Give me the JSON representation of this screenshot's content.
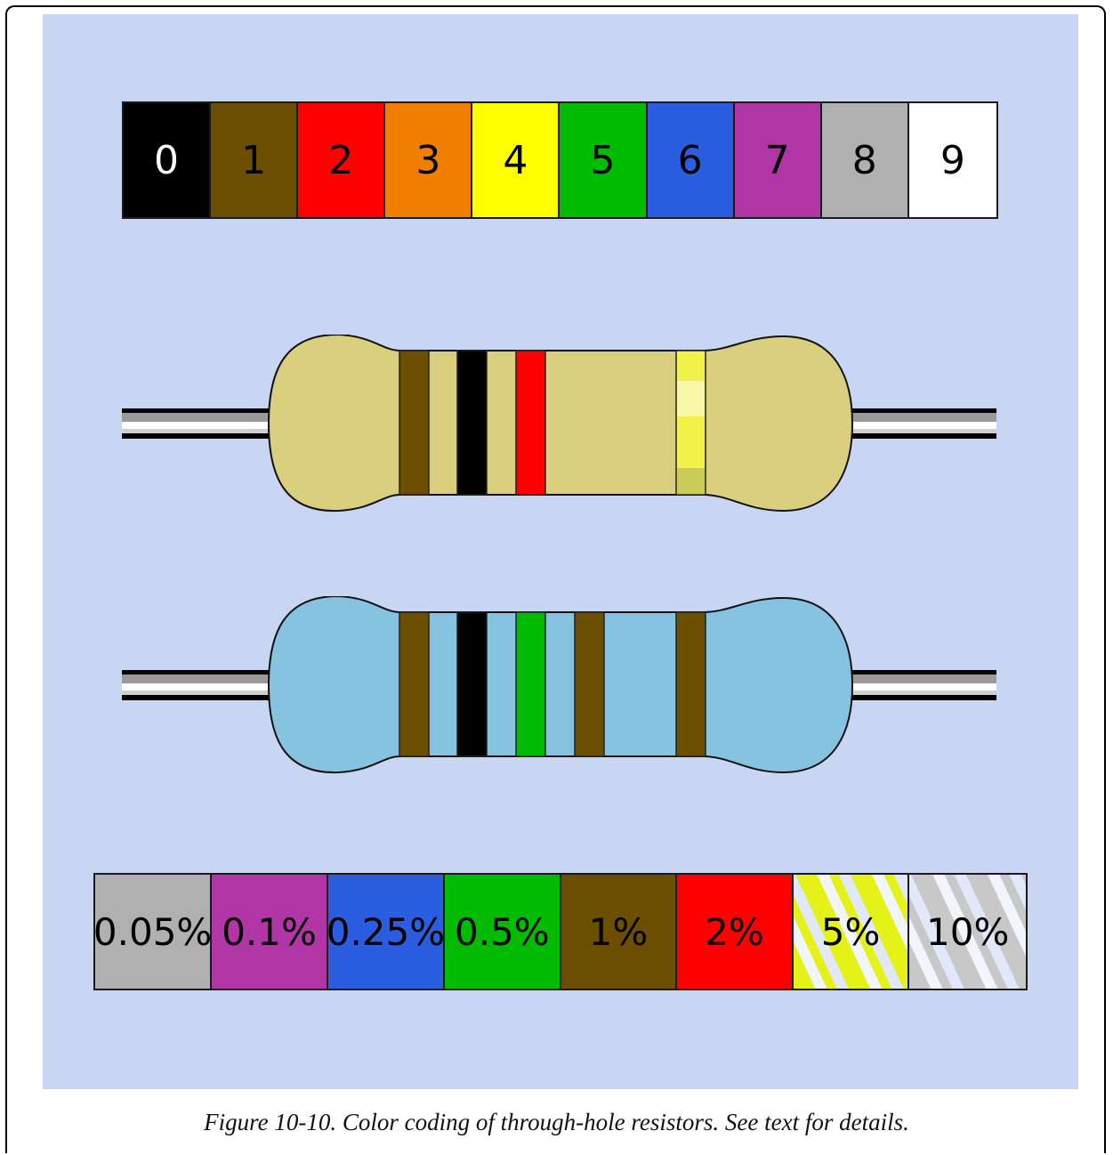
{
  "digit_code": [
    {
      "label": "0",
      "bg": "#000000",
      "fg": "#ffffff"
    },
    {
      "label": "1",
      "bg": "#6b4e00",
      "fg": "#000000"
    },
    {
      "label": "2",
      "bg": "#ff0000",
      "fg": "#000000"
    },
    {
      "label": "3",
      "bg": "#f07f00",
      "fg": "#000000"
    },
    {
      "label": "4",
      "bg": "#ffff00",
      "fg": "#000000"
    },
    {
      "label": "5",
      "bg": "#00bb00",
      "fg": "#000000"
    },
    {
      "label": "6",
      "bg": "#2a5de0",
      "fg": "#000000"
    },
    {
      "label": "7",
      "bg": "#b035a5",
      "fg": "#000000"
    },
    {
      "label": "8",
      "bg": "#b0b0b0",
      "fg": "#000000"
    },
    {
      "label": "9",
      "bg": "#ffffff",
      "fg": "#000000"
    }
  ],
  "resistor_beige": {
    "body_color": "#d9cf7e",
    "bands": [
      "#6b4e00",
      "#000000",
      "#ff0000",
      "#f2f24a"
    ]
  },
  "resistor_blue": {
    "body_color": "#85c3e0",
    "bands": [
      "#6b4e00",
      "#000000",
      "#00bb00",
      "#6b4e00",
      "#6b4e00"
    ]
  },
  "tolerance_code": [
    {
      "label": "0.05%",
      "bg": "#b0b0b0",
      "fg": "#000000"
    },
    {
      "label": "0.1%",
      "bg": "#b035a5",
      "fg": "#000000"
    },
    {
      "label": "0.25%",
      "bg": "#2a5de0",
      "fg": "#000000"
    },
    {
      "label": "0.5%",
      "bg": "#00bb00",
      "fg": "#000000"
    },
    {
      "label": "1%",
      "bg": "#6b4e00",
      "fg": "#000000"
    },
    {
      "label": "2%",
      "bg": "#ff0000",
      "fg": "#000000"
    },
    {
      "label": "5%",
      "bg": "#e4f21a",
      "fg": "#000000",
      "striped": true
    },
    {
      "label": "10%",
      "bg": "#c8c8c8",
      "fg": "#000000",
      "striped": true
    }
  ],
  "caption": "Figure 10-10. Color coding of through-hole resistors. See text for details."
}
